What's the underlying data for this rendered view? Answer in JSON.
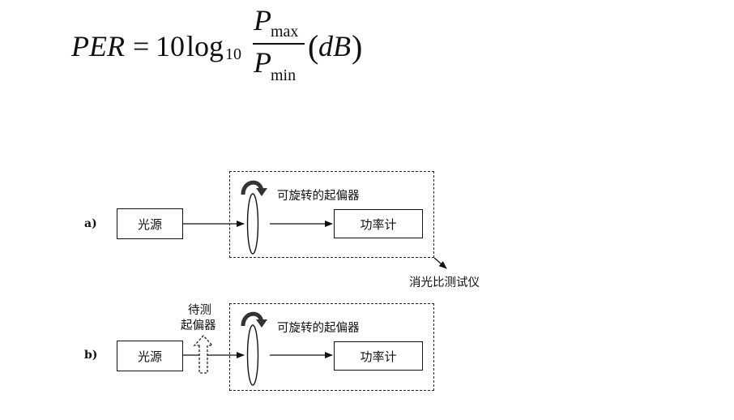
{
  "formula": {
    "lhs": "PER",
    "equals": "=",
    "coef": "10",
    "log": "log",
    "base": "10",
    "num_sym": "P",
    "num_sub": "max",
    "den_sym": "P",
    "den_sub": "min",
    "unit_open": "(",
    "unit": "dB",
    "unit_close": ")"
  },
  "diagram": {
    "a": {
      "label": "a)",
      "source": "光源",
      "polarizer": "可旋转的起偏器",
      "meter": "功率计"
    },
    "instrument_label": "消光比测试仪",
    "b": {
      "label": "b)",
      "source": "光源",
      "dut_line1": "待测",
      "dut_line2": "起偏器",
      "polarizer": "可旋转的起偏器",
      "meter": "功率计"
    }
  }
}
